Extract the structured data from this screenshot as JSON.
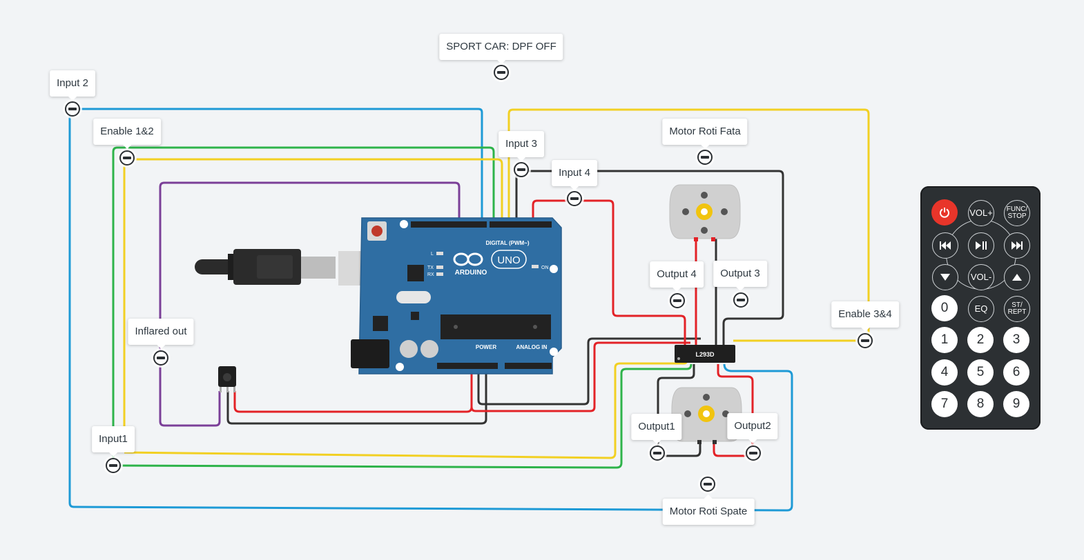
{
  "labels": {
    "title": "SPORT CAR: DPF OFF",
    "input2": "Input 2",
    "enable12": "Enable 1&2",
    "input3": "Input 3",
    "input4": "Input 4",
    "motor_front": "Motor Roti Fata",
    "output4": "Output 4",
    "output3": "Output 3",
    "enable34": "Enable 3&4",
    "inflared": "Inflared out",
    "input1": "Input1",
    "output1": "Output1",
    "output2": "Output2",
    "motor_back": "Motor Roti Spate"
  },
  "chip_label": "L293D",
  "arduino": {
    "logo": "ARDUINO",
    "model": "UNO",
    "digital": "DIGITAL (PWM~)",
    "power": "POWER",
    "analog": "ANALOG IN",
    "on": "ON",
    "tx": "TX",
    "rx": "RX",
    "l": "L"
  },
  "remote": {
    "power_icon": "power-icon",
    "vol_up": "VOL+",
    "func": "FUNC/ STOP",
    "prev_icon": "skip-back-icon",
    "play_icon": "play-pause-icon",
    "next_icon": "skip-forward-icon",
    "down_icon": "arrow-down-icon",
    "vol_down": "VOL-",
    "up_icon": "arrow-up-icon",
    "zero": "0",
    "eq": "EQ",
    "st": "ST/ REPT",
    "digits": [
      "1",
      "2",
      "3",
      "4",
      "5",
      "6",
      "7",
      "8",
      "9"
    ]
  },
  "colors": {
    "blue": "#1e9ad6",
    "green": "#2eb34a",
    "yellow": "#f2d023",
    "purple": "#7b3f98",
    "red": "#e32227",
    "black": "#333333",
    "board": "#2f6ea3"
  }
}
